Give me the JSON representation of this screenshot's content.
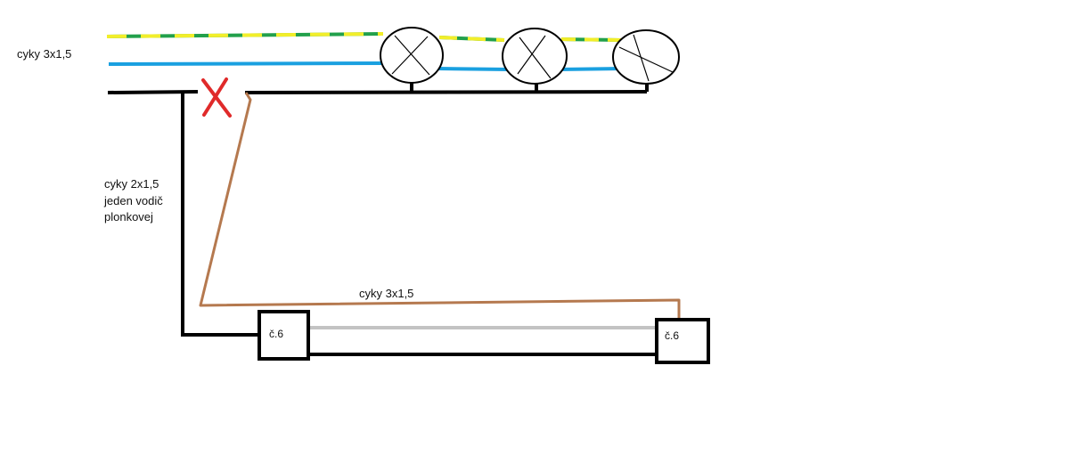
{
  "labels": {
    "cable_top": "cyky 3x1,5",
    "cable_vertical": [
      "cyky 2x1,5",
      "jeden vodič",
      "plonkovej"
    ],
    "cable_bottom": "cyky 3x1,5",
    "switch_left": "č.6",
    "switch_right": "č.6"
  },
  "colors": {
    "ground_green": "#22a04b",
    "ground_yellow": "#f2ee2a",
    "neutral_blue": "#1aa0e0",
    "phase_black": "#000000",
    "traveler_brown": "#b5794f",
    "traveler_gray": "#c3c3c3",
    "cut_mark_red": "#e02a2a"
  },
  "icons": {
    "lamp": "lamp-icon",
    "cut_mark": "cross-mark-icon"
  }
}
